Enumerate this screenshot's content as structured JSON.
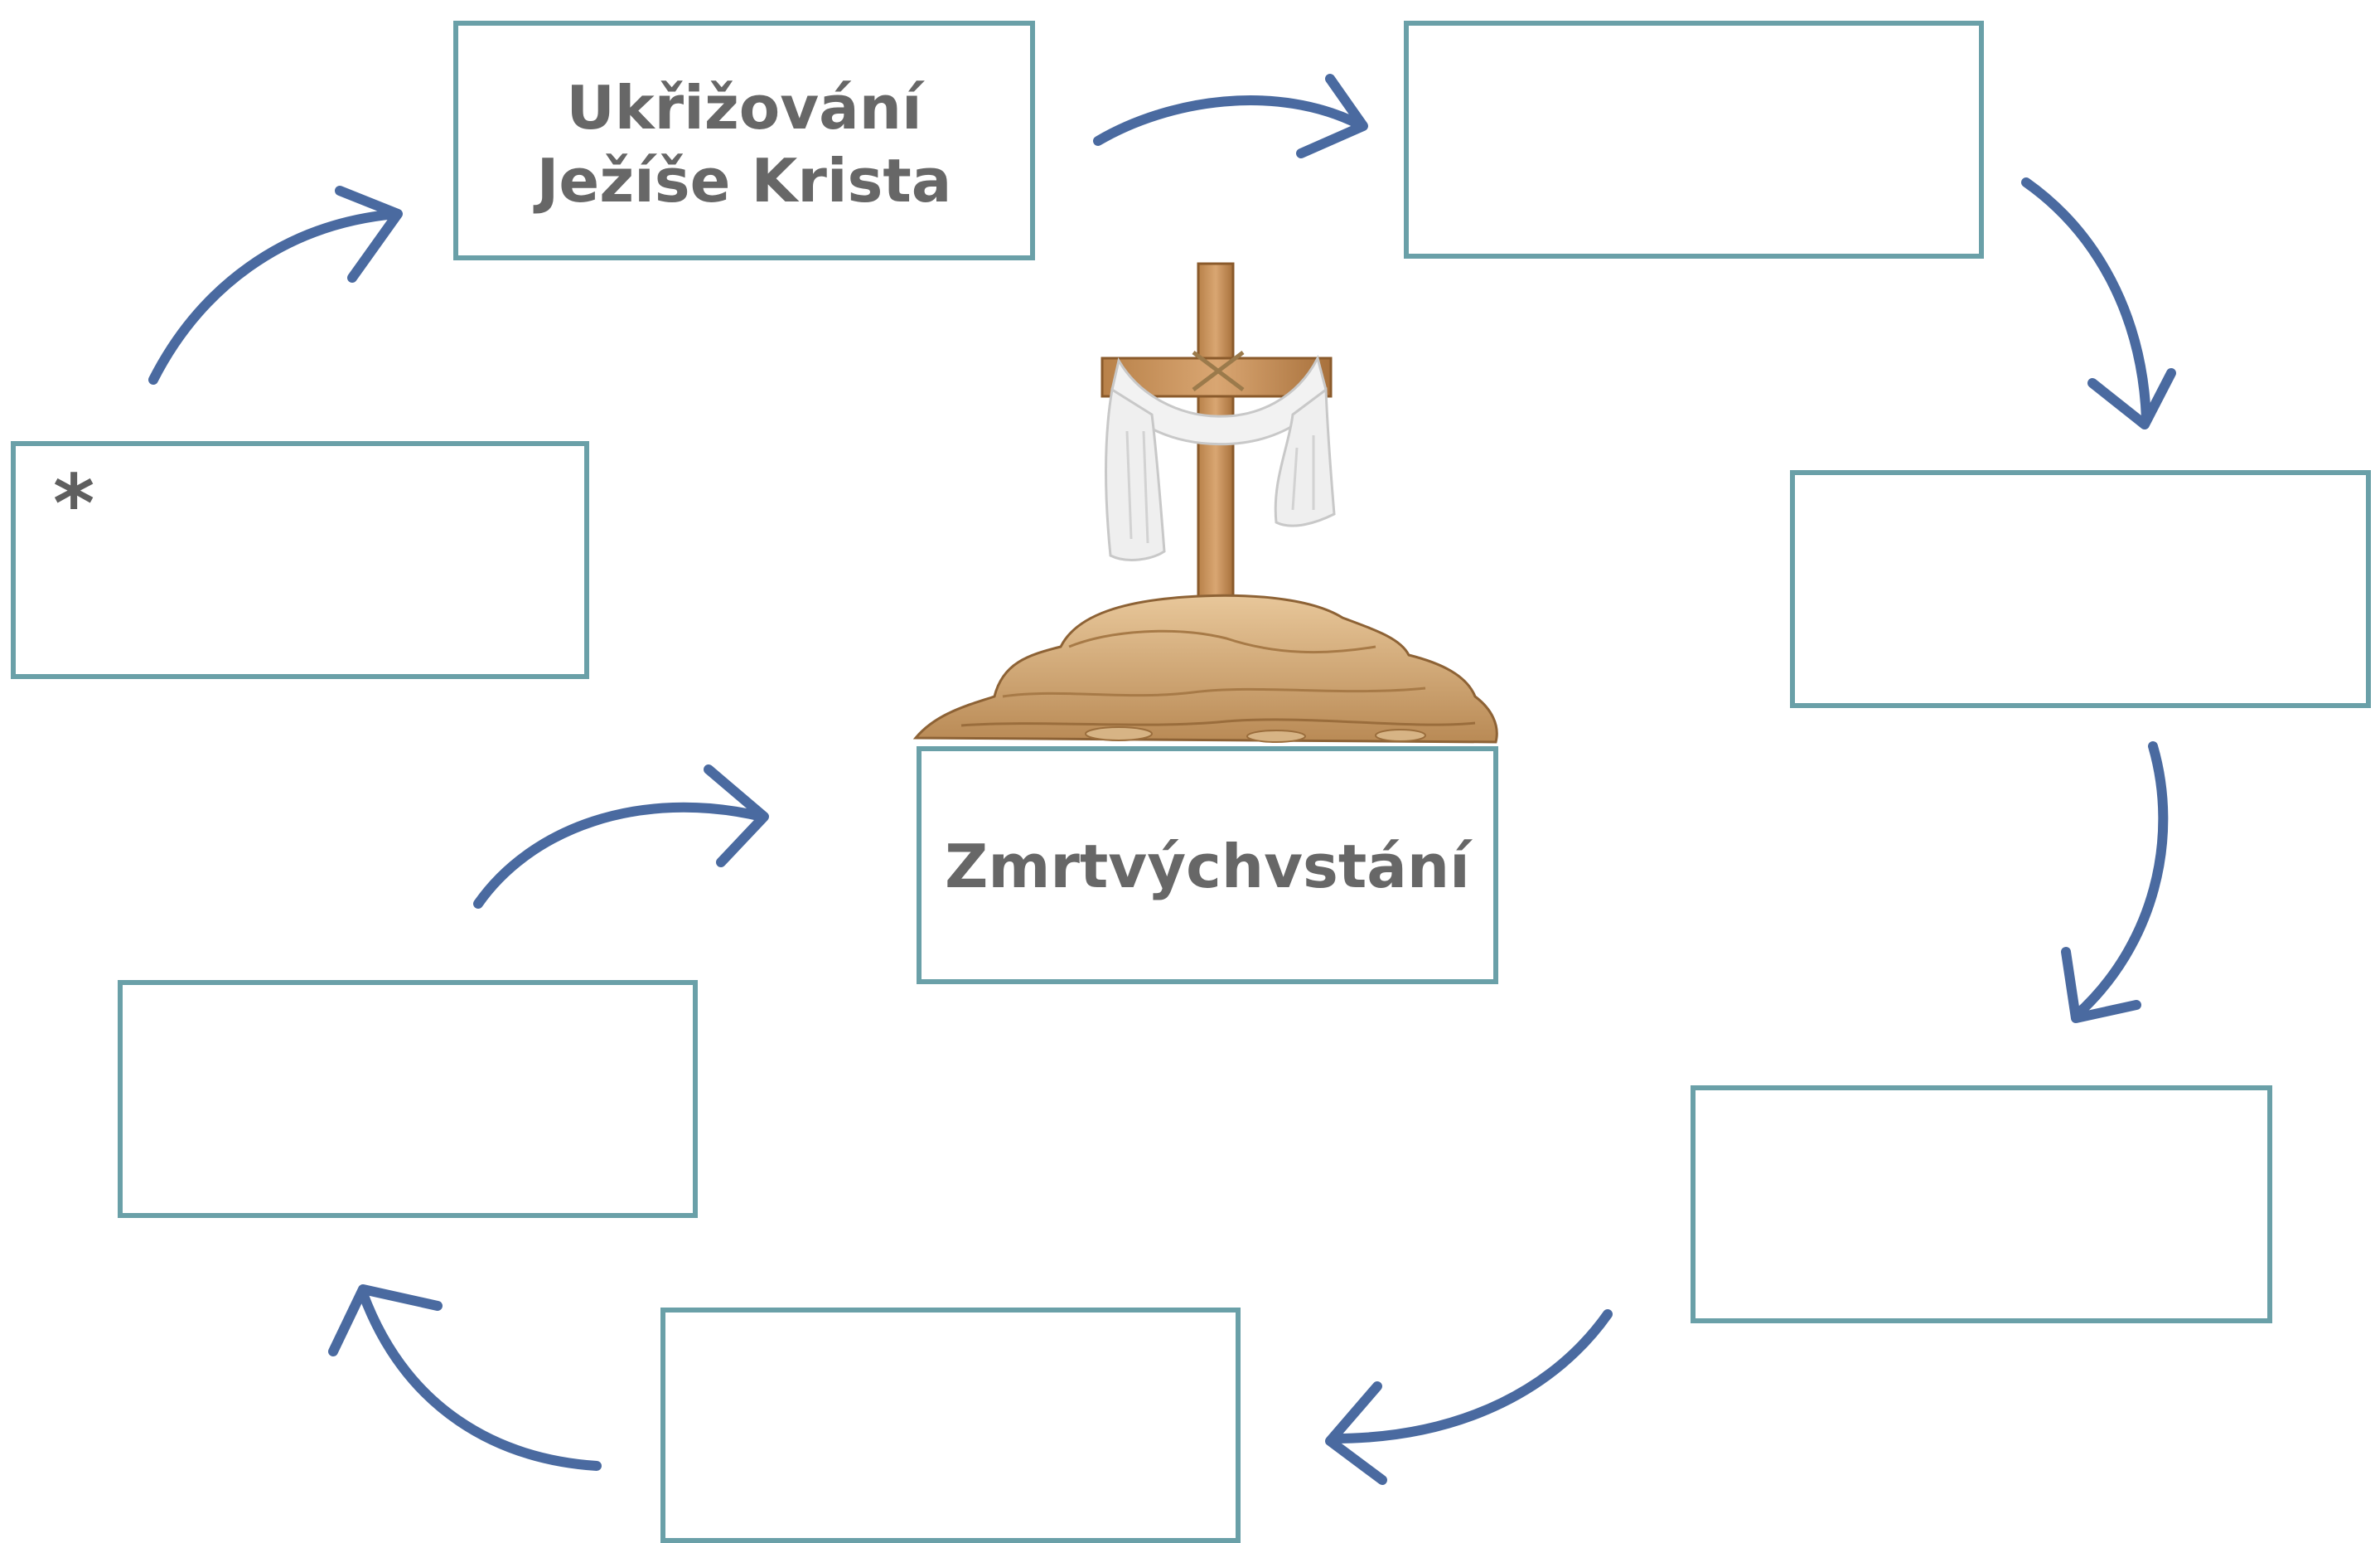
{
  "diagram": {
    "top_box": {
      "line1": "Ukřižování",
      "line2": "Ježíše Krista"
    },
    "center_box": {
      "label": "Zmrtvýchvstání"
    },
    "left_box": {
      "marker": "*"
    },
    "colors": {
      "arrow": "#4a6aa0",
      "box_border": "#6aa0a8",
      "text": "#676767"
    },
    "center_illustration": "cross-with-cloth-on-rock-mound"
  }
}
